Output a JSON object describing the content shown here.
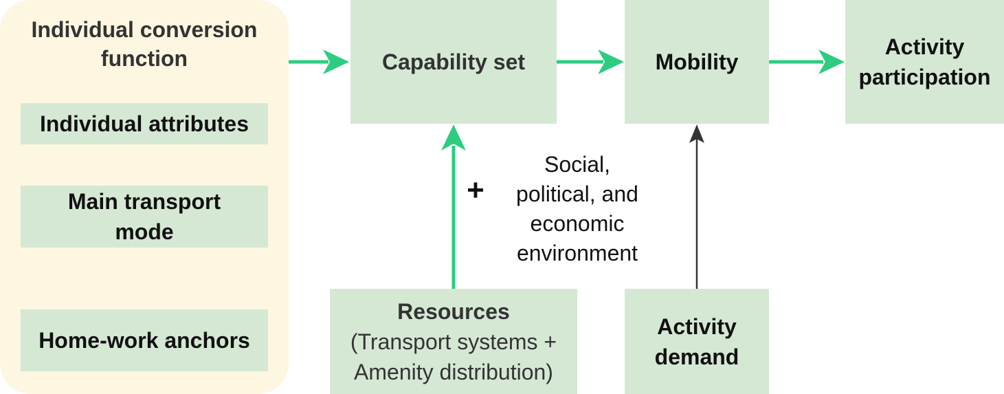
{
  "panel": {
    "title": "Individual conversion\nfunction",
    "items": [
      "Individual attributes",
      "Main transport\nmode",
      "Home-work anchors"
    ]
  },
  "nodes": {
    "capability_set": "Capability set",
    "mobility": "Mobility",
    "activity_participation": "Activity\nparticipation",
    "resources_title": "Resources",
    "resources_sub": "(Transport systems +\nAmenity distribution)",
    "activity_demand": "Activity\ndemand"
  },
  "environment_label": "Social,\npolitical, and\neconomic\nenvironment",
  "plus_sign": "+",
  "colors": {
    "panel_bg": "#fdf6e0",
    "box_bg": "#d5e8d4",
    "arrow_green": "#2ecc80",
    "arrow_dark": "#333333"
  }
}
